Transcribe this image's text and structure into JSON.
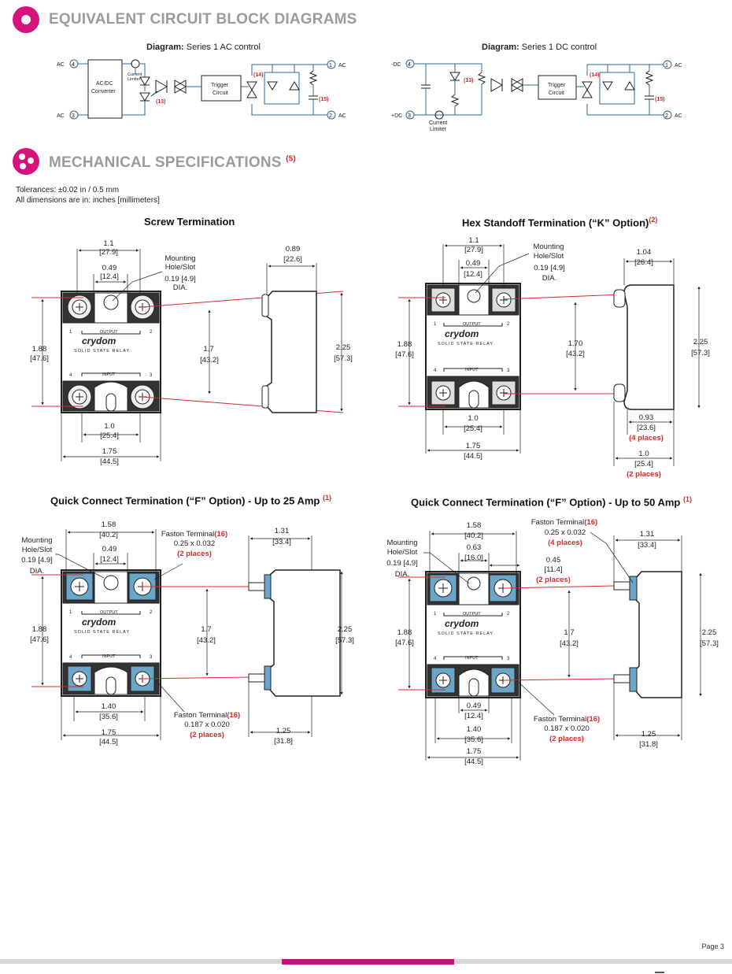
{
  "sections": {
    "equiv_title": "EQUIVALENT CIRCUIT BLOCK DIAGRAMS",
    "mech_title": "MECHANICAL SPECIFICATIONS",
    "mech_note": "(5)"
  },
  "diagrams": {
    "label": "Diagram:",
    "ac_title": "Series 1 AC control",
    "dc_title": "Series 1 DC control",
    "ac": {
      "in_top": "AC",
      "in_bot": "AC",
      "pin4": "4",
      "pin3": "3",
      "pin1": "1",
      "pin2": "2",
      "converter1": "AC/DC",
      "converter2": "Converter",
      "limiter1": "Current",
      "limiter2": "Limiter",
      "trigger1": "Trigger",
      "trigger2": "Circuit",
      "n13": "(13)",
      "n14": "(14)",
      "n15": "(15)",
      "out_top": "AC",
      "out_bot": "AC"
    },
    "dc": {
      "in_top": "-DC",
      "in_bot": "+DC",
      "pin4": "4",
      "pin3": "3",
      "pin1": "1",
      "pin2": "2",
      "limiter1": "Current",
      "limiter2": "Limiter",
      "trigger1": "Trigger",
      "trigger2": "Circuit",
      "n13": "(13)",
      "n14": "(14)",
      "n15": "(15)",
      "out_top": "AC",
      "out_bot": "AC"
    }
  },
  "tolerances": {
    "line1": "Tolerances: ±0.02 in / 0.5 mm",
    "line2": "All dimensions are in: inches [millimeters]"
  },
  "relay": {
    "brand": "crydom",
    "sub": "SOLID STATE RELAY",
    "output": "OUTPUT",
    "input": "INPUT",
    "p1": "1",
    "p2": "2",
    "p3": "3",
    "p4": "4"
  },
  "views": {
    "screw": {
      "title": "Screw Termination",
      "d_top_a": "1.1",
      "d_top_a_mm": "[27.9]",
      "d_top_b": "0.49",
      "d_top_b_mm": "[12.4]",
      "mount1": "Mounting",
      "mount2": "Hole/Slot",
      "mount3": "0.19 [4.9]",
      "mount4": "DIA.",
      "d_h": "1.88",
      "d_h_mm": "[47.6]",
      "d_mid": "1.7",
      "d_mid_mm": "[43.2]",
      "d_bot_a": "1.0",
      "d_bot_a_mm": "[25.4]",
      "d_bot_b": "1.75",
      "d_bot_b_mm": "[44.5]",
      "side_w": "0.89",
      "side_w_mm": "[22.6]",
      "side_h": "2.25",
      "side_h_mm": "[57.3]"
    },
    "hex": {
      "title": "Hex Standoff Termination (“K” Option)",
      "title_note": "(2)",
      "d_top_a": "1.1",
      "d_top_a_mm": "[27.9]",
      "d_top_b": "0.49",
      "d_top_b_mm": "[12.4]",
      "mount1": "Mounting",
      "mount2": "Hole/Slot",
      "mount3": "0.19 [4.9]",
      "mount4": "DIA.",
      "d_h": "1.88",
      "d_h_mm": "[47.6]",
      "d_mid": "1.70",
      "d_mid_mm": "[43.2]",
      "d_bot_a": "1.0",
      "d_bot_a_mm": "[25.4]",
      "d_bot_b": "1.75",
      "d_bot_b_mm": "[44.5]",
      "side_w": "1.04",
      "side_w_mm": "[26.4]",
      "side_h": "2.25",
      "side_h_mm": "[57.3]",
      "side_a": "0.93",
      "side_a_mm": "[23.6]",
      "side_a_places": "(4 places)",
      "side_b": "1.0",
      "side_b_mm": "[25.4]",
      "side_b_places": "(2 places)"
    },
    "qc25": {
      "title": "Quick Connect Termination (“F” Option)  -  Up to 25 Amp",
      "title_note": "(1)",
      "d_top_a": "1.58",
      "d_top_a_mm": "[40.2]",
      "d_top_b": "0.49",
      "d_top_b_mm": "[12.4]",
      "mount1": "Mounting",
      "mount2": "Hole/Slot",
      "mount3": "0.19 [4.9]",
      "mount4": "DIA.",
      "faston_top": "Faston Terminal",
      "faston_top_n": "(16)",
      "faston_top_size": "0.25 x 0.032",
      "faston_top_places": "(2 places)",
      "d_h": "1.88",
      "d_h_mm": "[47.6]",
      "d_mid": "1.7",
      "d_mid_mm": "[43.2]",
      "d_bot_a": "1.40",
      "d_bot_a_mm": "[35.6]",
      "d_bot_b": "1.75",
      "d_bot_b_mm": "[44.5]",
      "faston_bot": "Faston Terminal",
      "faston_bot_n": "(16)",
      "faston_bot_size": "0.187 x 0.020",
      "faston_bot_places": "(2 places)",
      "side_w": "1.31",
      "side_w_mm": "[33.4]",
      "side_h": "2.25",
      "side_h_mm": "[57.3]",
      "side_b": "1.25",
      "side_b_mm": "[31.8]"
    },
    "qc50": {
      "title": "Quick Connect Termination (“F” Option)  -  Up to 50 Amp",
      "title_note": "(1)",
      "d_top_a": "1.58",
      "d_top_a_mm": "[40.2]",
      "d_top_b": "0.63",
      "d_top_b_mm": "[16.0]",
      "d_top_c": "0.45",
      "d_top_c_mm": "[11.4]",
      "d_top_c_places": "(2 places)",
      "mount1": "Mounting",
      "mount2": "Hole/Slot",
      "mount3": "0.19 [4.9]",
      "mount4": "DIA.",
      "faston_top": "Faston Terminal",
      "faston_top_n": "(16)",
      "faston_top_size": "0.25 x 0.032",
      "faston_top_places": "(4 places)",
      "d_h": "1.88",
      "d_h_mm": "[47.6]",
      "d_mid": "1.7",
      "d_mid_mm": "[43.2]",
      "d_bot_c": "0.49",
      "d_bot_c_mm": "[12.4]",
      "d_bot_a": "1.40",
      "d_bot_a_mm": "[35.6]",
      "d_bot_b": "1.75",
      "d_bot_b_mm": "[44.5]",
      "faston_bot": "Faston Terminal",
      "faston_bot_n": "(16)",
      "faston_bot_size": "0.187 x 0.020",
      "faston_bot_places": "(2 places)",
      "side_w": "1.31",
      "side_w_mm": "[33.4]",
      "side_h": "2.25",
      "side_h_mm": "[57.3]",
      "side_b": "1.25",
      "side_b_mm": "[31.8]"
    }
  },
  "footer": {
    "page": "Page 3"
  },
  "colors": {
    "accent": "#d6137b",
    "heading": "#9b9b9b",
    "circuit": "#2d6a9c",
    "dim_red": "#d52a2a"
  }
}
